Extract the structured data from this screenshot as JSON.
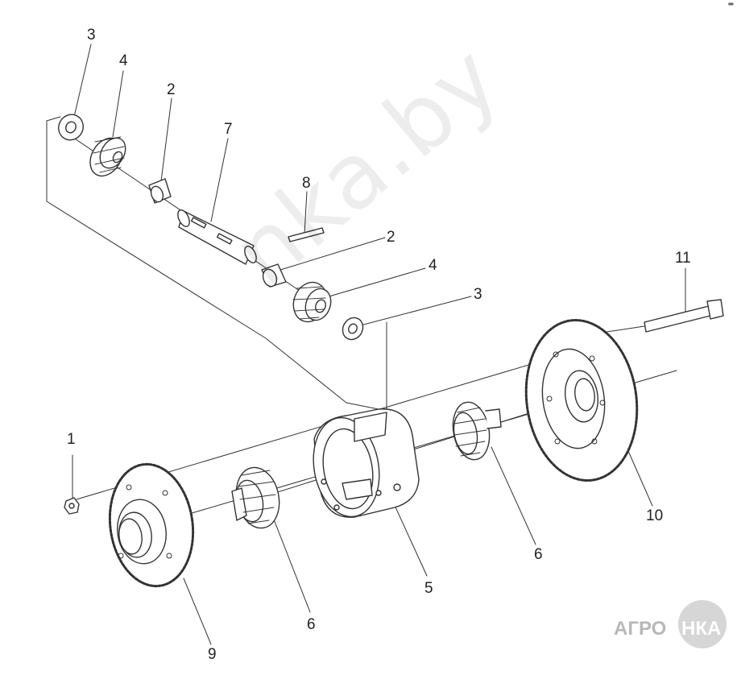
{
  "labels": {
    "p3_top": "3",
    "p4_top": "4",
    "p2_top": "2",
    "p7": "7",
    "p8": "8",
    "p2_mid": "2",
    "p4_mid": "4",
    "p3_mid": "3",
    "p11": "11",
    "p1": "1",
    "p10": "10",
    "p6_right": "6",
    "p5": "5",
    "p6_left": "6",
    "p9": "9"
  },
  "watermark": "nka.by",
  "logo": {
    "left_text": "АГРО",
    "right_text": "НКА"
  },
  "corner_mark": "▬"
}
